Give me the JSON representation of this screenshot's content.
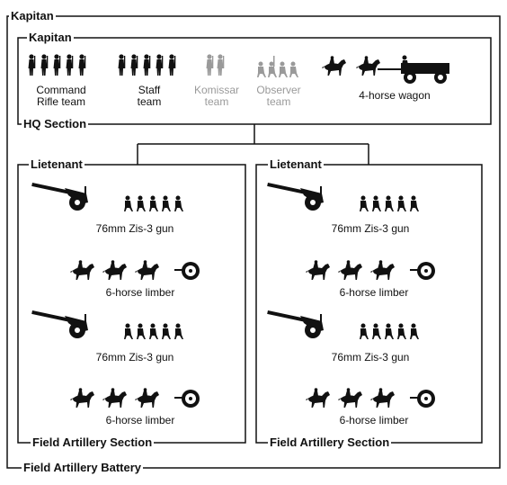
{
  "battery": {
    "commander": "Kapitan",
    "name": "Field Artillery Battery"
  },
  "hq": {
    "commander": "Kapitan",
    "name": "HQ Section",
    "teams": [
      {
        "label": "Command Rifle team"
      },
      {
        "label": "Staff team"
      },
      {
        "label": "Komissar team",
        "style": "greyed"
      },
      {
        "label": "Observer team",
        "style": "greyed"
      },
      {
        "label": "4-horse wagon"
      }
    ]
  },
  "sections": [
    {
      "commander": "Lietenant",
      "name": "Field Artillery Section",
      "units": [
        {
          "label": "76mm Zis-3 gun"
        },
        {
          "label": "6-horse limber"
        },
        {
          "label": "76mm Zis-3 gun"
        },
        {
          "label": "6-horse limber"
        }
      ]
    },
    {
      "commander": "Lietenant",
      "name": "Field Artillery Section",
      "units": [
        {
          "label": "76mm Zis-3 gun"
        },
        {
          "label": "6-horse limber"
        },
        {
          "label": "76mm Zis-3 gun"
        },
        {
          "label": "6-horse limber"
        }
      ]
    }
  ],
  "colors": {
    "line": "#111111",
    "greyed": "#9a9a9a",
    "background": "#ffffff"
  }
}
